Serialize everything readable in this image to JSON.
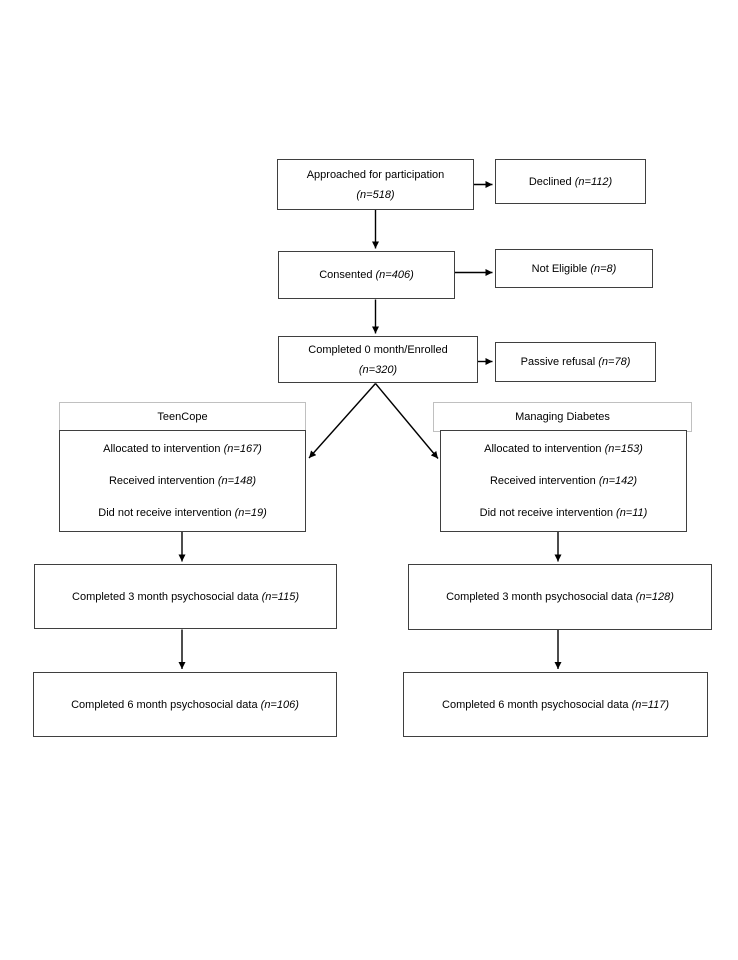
{
  "colors": {
    "box_border": "#3f3f3f",
    "header_border": "#c0c0c0",
    "arrow": "#000000",
    "text": "#000000",
    "background": "#ffffff"
  },
  "flow": {
    "main_column": [
      {
        "text": "Approached for participation",
        "n": "(n=518)"
      },
      {
        "text": "Consented",
        "n": "(n=406)"
      },
      {
        "text": "Completed 0 month/Enrolled",
        "n": "(n=320)"
      }
    ],
    "side_column": [
      {
        "text": "Declined",
        "n": "(n=112)"
      },
      {
        "text": "Not Eligible",
        "n": "(n=8)"
      },
      {
        "text": "Passive refusal",
        "n": "(n=78)"
      }
    ],
    "arms": [
      {
        "name": "TeenCope",
        "allocation": [
          {
            "text": "Allocated to intervention",
            "n": "(n=167)"
          },
          {
            "text": "Received intervention",
            "n": "(n=148)"
          },
          {
            "text": "Did not receive intervention",
            "n": "(n=19)"
          }
        ],
        "followup": [
          {
            "text": "Completed 3 month psychosocial data",
            "n": "(n=115)"
          },
          {
            "text": "Completed 6 month psychosocial data",
            "n": "(n=106)"
          }
        ]
      },
      {
        "name": "Managing Diabetes",
        "allocation": [
          {
            "text": "Allocated to intervention",
            "n": "(n=153)"
          },
          {
            "text": "Received intervention",
            "n": "(n=142)"
          },
          {
            "text": "Did not receive intervention",
            "n": "(n=11)"
          }
        ],
        "followup": [
          {
            "text": "Completed 3 month psychosocial data",
            "n": "(n=128)"
          },
          {
            "text": "Completed 6 month psychosocial data",
            "n": "(n=117)"
          }
        ]
      }
    ]
  }
}
